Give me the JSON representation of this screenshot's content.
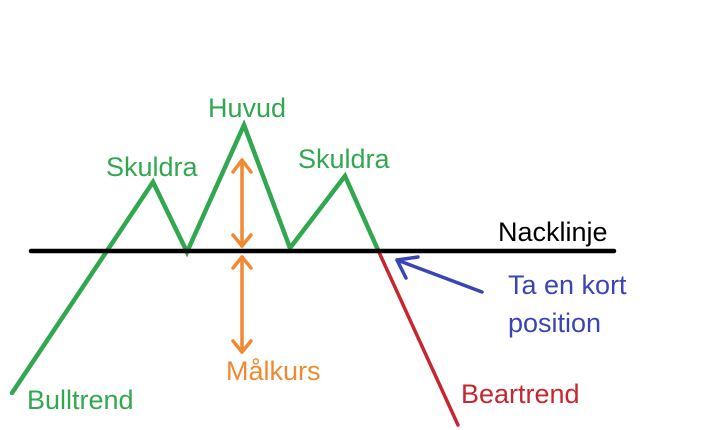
{
  "labels": {
    "head": "Huvud",
    "left_shoulder": "Skuldra",
    "right_shoulder": "Skuldra",
    "neckline": "Nacklinje",
    "short_position_line1": "Ta en kort",
    "short_position_line2": "position",
    "target_price": "Målkurs",
    "bull_trend": "Bulltrend",
    "bear_trend": "Beartrend"
  },
  "colors": {
    "bull": "#31a84f",
    "bear": "#c8262f",
    "neckline": "#000000",
    "target": "#f08a32",
    "entry": "#3a45b5",
    "entry_text": "#3a45b5",
    "bull_text": "#31a84f",
    "bear_text": "#c8262f",
    "target_text": "#f08a32"
  }
}
